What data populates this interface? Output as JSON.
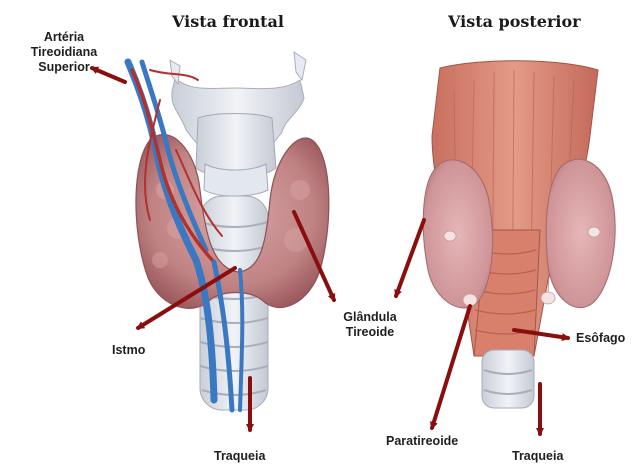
{
  "titles": {
    "front": "Vista frontal",
    "back": "Vista posterior"
  },
  "labels": {
    "artery": [
      "Artéria",
      "Tireoidiana",
      "Superior"
    ],
    "isthmus": "Istmo",
    "gland": [
      "Glândula",
      "Tireoide"
    ],
    "trachea_front": "Traqueia",
    "parathyroid": "Paratireoide",
    "esophagus": "Esôfago",
    "trachea_back": "Traqueia"
  },
  "colors": {
    "arrow": "#8b0e0e",
    "gland": "#c98f8f",
    "gland_dark": "#a8666a",
    "cartilage": "#dfe3ea",
    "vessel_blue": "#3a78c2",
    "vessel_red": "#b4302c",
    "muscle": "#d88472",
    "parathyroid": "#f3dede"
  }
}
